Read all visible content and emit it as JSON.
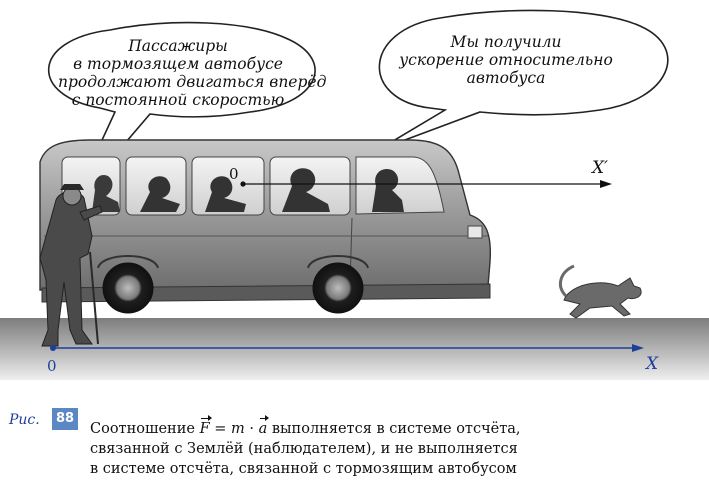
{
  "bubbles": {
    "left": {
      "line1": "Пассажиры",
      "line2": "в тормозящем автобусе",
      "line3": "продолжают двигаться вперёд",
      "line4": "с постоянной скоростью"
    },
    "right": {
      "line1": "Мы получили",
      "line2": "ускорение относительно",
      "line3": "автобуса"
    }
  },
  "axes": {
    "moving_origin": "0",
    "moving_axis": "X′",
    "ground_origin": "0",
    "ground_axis": "X"
  },
  "caption": {
    "fig_word": "Рис.",
    "fig_number": "88",
    "line1_prefix": "Соотношение",
    "F": "F",
    "eq": "=",
    "m": "m",
    "dot": "·",
    "a": "a",
    "line1_suffix": "выполняется в системе отсчёта,",
    "line2": "связанной с Землёй (наблюдателем), и не выполняется",
    "line3": "в системе отсчёта, связанной с тормозящим автобусом"
  },
  "colors": {
    "accent_blue": "#1d3f9a",
    "fig_badge": "#5b88c4",
    "bus_gray": "#8a8a8a",
    "ground_gray": "#9a9a9a"
  }
}
